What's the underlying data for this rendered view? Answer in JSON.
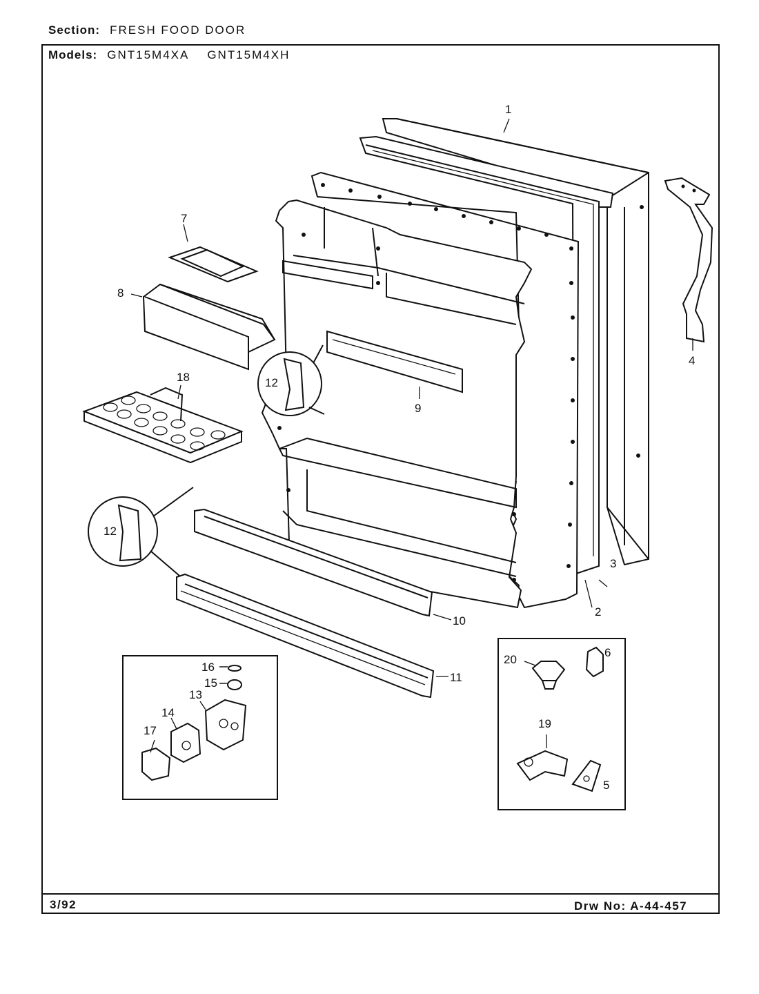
{
  "header": {
    "section_label": "Section:",
    "section_value": "FRESH FOOD DOOR",
    "models_label": "Models:",
    "models": [
      "GNT15M4XA",
      "GNT15M4XH"
    ]
  },
  "footer": {
    "date": "3/92",
    "drawing_number": "Drw No: A-44-457"
  },
  "callouts": {
    "c1": "1",
    "c2": "2",
    "c3": "3",
    "c4": "4",
    "c5": "5",
    "c6": "6",
    "c7": "7",
    "c8": "8",
    "c9": "9",
    "c10": "10",
    "c11": "11",
    "c12a": "12",
    "c12b": "12",
    "c13": "13",
    "c14": "14",
    "c15": "15",
    "c16": "16",
    "c17": "17",
    "c18": "18",
    "c19": "19",
    "c20": "20"
  }
}
